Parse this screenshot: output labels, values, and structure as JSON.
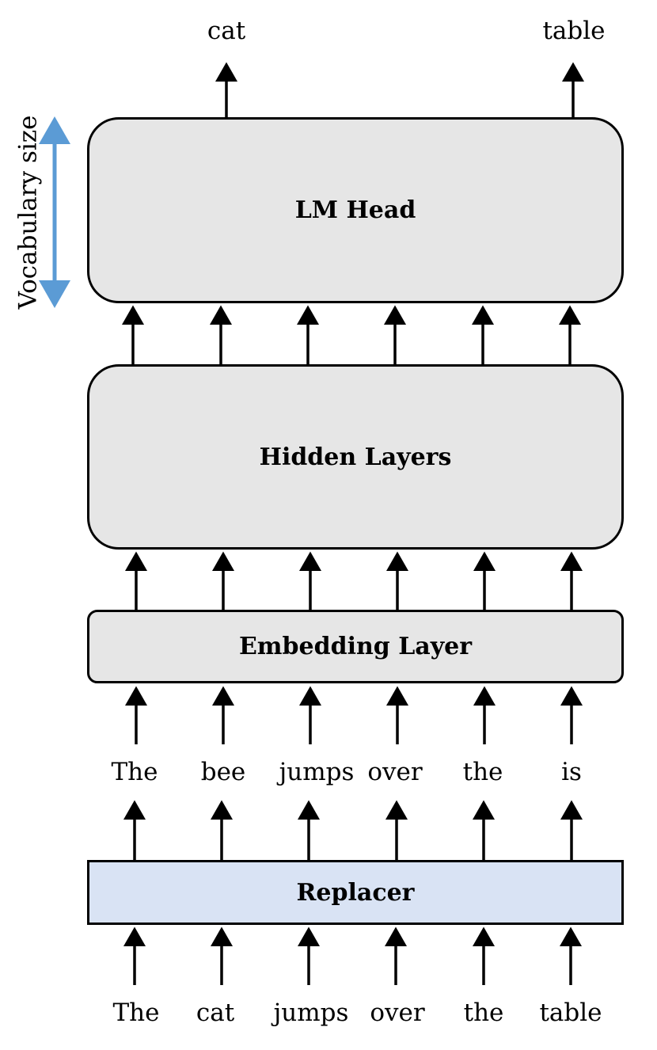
{
  "blocks": {
    "lm_head": "LM Head",
    "hidden_layers": "Hidden Layers",
    "embedding_layer": "Embedding Layer",
    "replacer": "Replacer"
  },
  "outputs": [
    "cat",
    "table"
  ],
  "replaced_tokens": [
    "The",
    "bee",
    "jumps",
    "over",
    "the",
    "is"
  ],
  "input_tokens": [
    "The",
    "cat",
    "jumps",
    "over",
    "the",
    "table"
  ],
  "vocabulary_label": "Vocabulary size",
  "colors": {
    "block_fill": "#e6e6e6",
    "replacer_fill": "#d9e3f4",
    "vocab_arrow": "#5b9bd5",
    "stroke": "#000000"
  }
}
